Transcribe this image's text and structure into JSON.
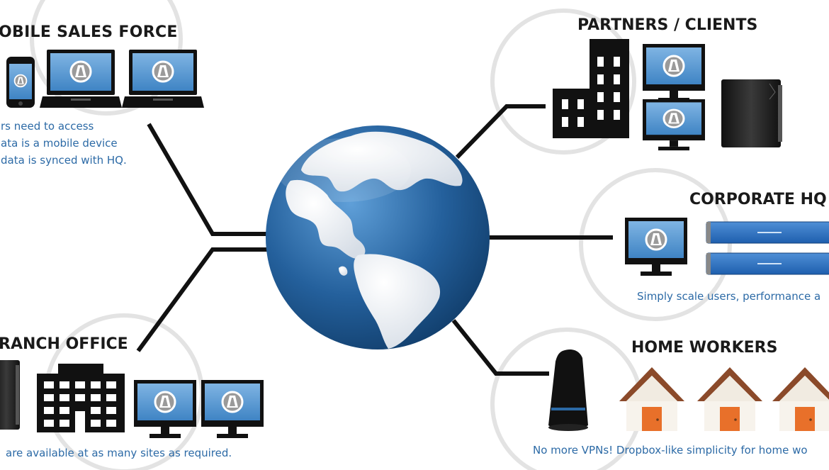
{
  "mobile": {
    "title": "OBILE SALES FORCE",
    "lines": [
      "rs need to access",
      "ata is a mobile device",
      "data is synced with HQ."
    ]
  },
  "partners": {
    "title": "PARTNERS / CLIENTS"
  },
  "corporate": {
    "title": "CORPORATE HQ",
    "desc": "Simply scale users, performance a"
  },
  "branch": {
    "title": "RANCH OFFICE",
    "desc": "are available at as many sites as required."
  },
  "home": {
    "title": "HOME WORKERS",
    "desc": "No more VPNs! Dropbox-like simplicity for home wo"
  },
  "colors": {
    "accent_blue": "#2c6aa6",
    "screen_blue": "#5b9bd5",
    "globe_ocean": "#1e5a94",
    "roof": "#8b4a2a",
    "door": "#e8702a",
    "ring": "#e3e3e3"
  },
  "icons": [
    "globe-icon",
    "smartphone-icon",
    "laptop-icon",
    "desktop-monitor-icon",
    "office-building-icon",
    "server-tower-icon",
    "rack-server-icon",
    "house-icon",
    "home-appliance-icon"
  ]
}
